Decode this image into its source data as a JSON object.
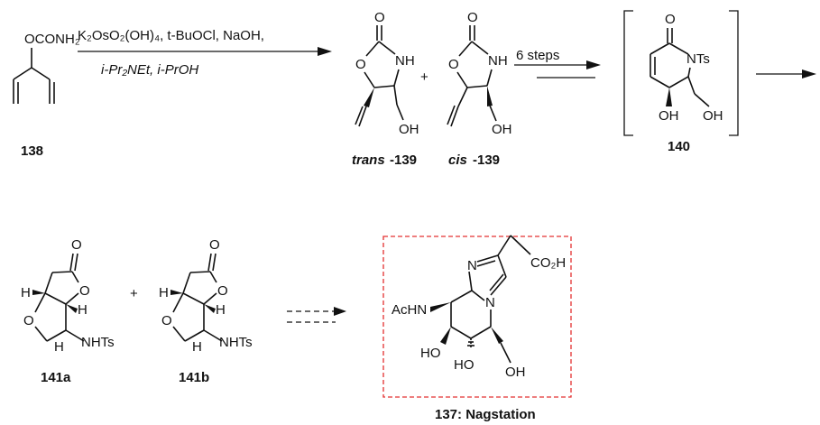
{
  "compounds": {
    "c138": "138",
    "trans139_prefix": "trans",
    "trans139_suffix": "-139",
    "cis139_prefix": "cis",
    "cis139_suffix": "-139",
    "c140": "140",
    "c141a": "141a",
    "c141b": "141b",
    "c137": "137: Nagstation"
  },
  "reagents": {
    "step1_line1": "K₂OsO₂(OH)₄, t-BuOCl, NaOH,",
    "step1_line2": "i-Pr₂NEt,  i-PrOH",
    "step2": "6 steps"
  },
  "atoms": {
    "O": "O",
    "OCONH2": "OCONH₂",
    "NH": "NH",
    "NTs": "NTs",
    "OH": "OH",
    "H": "H",
    "NHTs": "NHTs",
    "N": "N",
    "CO2H": "CO₂H",
    "AcHN": "AcHN",
    "HO": "HO",
    "plus": "+"
  },
  "colors": {
    "highlight_box": "#e33030"
  }
}
